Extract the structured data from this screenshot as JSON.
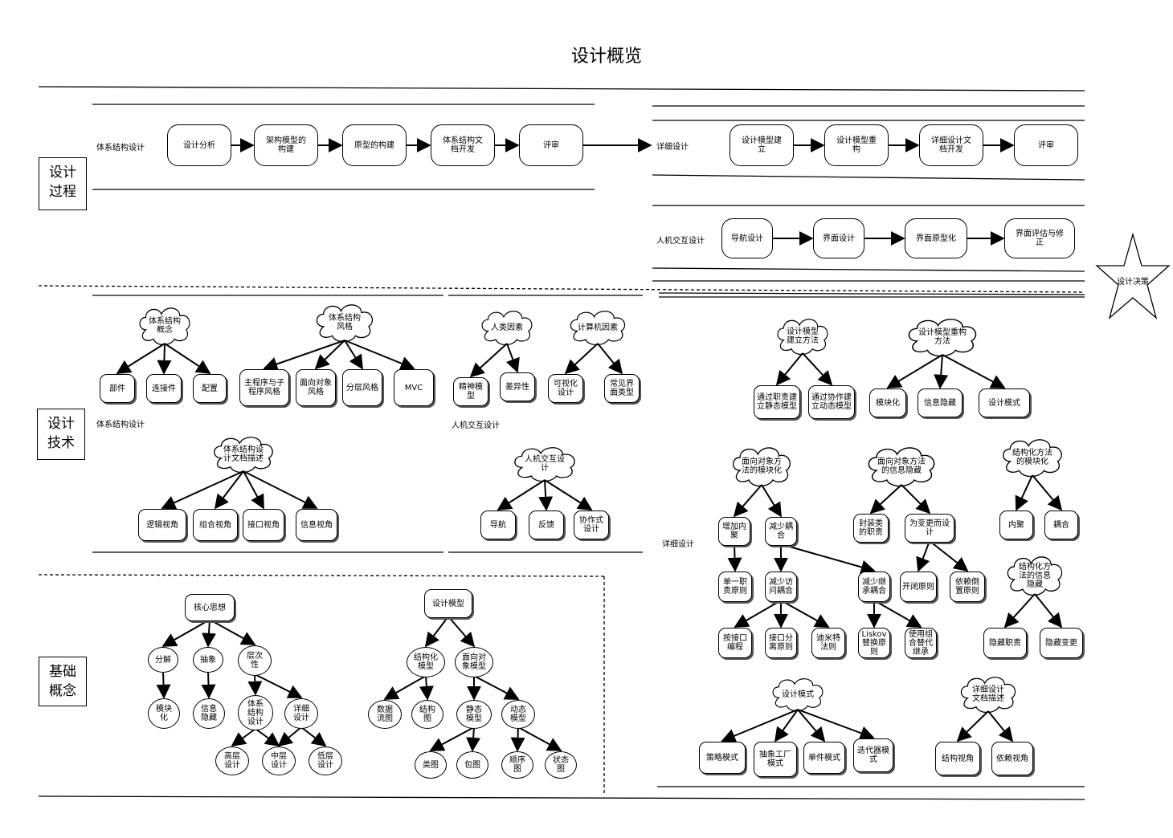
{
  "title": "设计概览",
  "sections": {
    "process": "设计\n过程",
    "technique": "设计\n技术",
    "basics": "基础\n概念"
  },
  "side_labels": {
    "arch_design": "体系结构设计",
    "detailed_design": "详细设计",
    "hci_design": "人机交互设计",
    "tech_arch": "体系结构设计",
    "tech_hci": "人机交互设计",
    "tech_detail": "详细设计"
  },
  "star": "设计决策",
  "nodes": {
    "p_analysis": "设计分析",
    "p_arch_model": "架构模型的\n构建",
    "p_prototype": "原型的构建",
    "p_arch_doc": "体系结构文\n档开发",
    "p_review1": "评审",
    "p_dm_build": "设计模型建\n立",
    "p_dm_refactor": "设计模型重\n构",
    "p_detail_doc": "详细设计文\n档开发",
    "p_review2": "评审",
    "p_nav": "导航设计",
    "p_ui": "界面设计",
    "p_ui_proto": "界面原型化",
    "p_ui_eval": "界面评估与修\n正",
    "t_arch_concept": "体系结构\n概念",
    "t_part": "部件",
    "t_connector": "连接件",
    "t_config": "配置",
    "t_arch_style": "体系结构\n风格",
    "t_main_sub": "主程序与子\n程序风格",
    "t_oo_style": "面向对象\n风格",
    "t_layer_style": "分层风格",
    "t_mvc": "MVC",
    "t_human": "人类因素",
    "t_mental": "精神模\n型",
    "t_diff": "差异性",
    "t_computer": "计算机因素",
    "t_visual": "可视化\n设计",
    "t_common_ui": "常见界\n面类型",
    "t_arch_doc": "体系结构设\n计文档描述",
    "t_logic_view": "逻辑视角",
    "t_comp_view": "组合视角",
    "t_iface_view": "接口视角",
    "t_info_view": "信息视角",
    "t_hci": "人机交互设\n计",
    "t_navi": "导航",
    "t_feedback": "反馈",
    "t_coop": "协作式\n设计",
    "t_dm_method": "设计模型\n建立方法",
    "t_static": "通过职责建\n立静态模型",
    "t_dynamic": "通过协作建\n立动态模型",
    "t_refactor_method": "设计模型重构\n方法",
    "t_modular": "模块化",
    "t_info_hide": "信息隐藏",
    "t_dp": "设计模式",
    "t_oo_mod": "面向对象方\n法的模块化",
    "t_cohesion_up": "增加内\n聚",
    "t_coupling_down": "减少耦\n合",
    "t_srp": "单一职\n责原则",
    "t_access_coupling": "减少访\n问耦合",
    "t_inherit_coupling": "减少继\n承耦合",
    "t_program_iface": "按接口\n编程",
    "t_isp": "接口分\n离原则",
    "t_demeter": "迪米特\n法则",
    "t_liskov": "Liskov\n替换原\n则",
    "t_composition": "使用组\n合替代\n继承",
    "t_oo_hide": "面向对象方法\n的信息隐藏",
    "t_encap": "封装类\n的职责",
    "t_for_change": "为变更而设计",
    "t_ocp": "开闭原则",
    "t_dip": "依赖倒\n置原则",
    "t_struct_mod": "结构化方法\n的模块化",
    "t_cohesion": "内聚",
    "t_coupling": "耦合",
    "t_struct_hide": "结构化方\n法的信息\n隐藏",
    "t_hide_resp": "隐藏职责",
    "t_hide_change": "隐藏变更",
    "t_design_pattern": "设计模式",
    "t_strategy": "策略模式",
    "t_abs_factory": "抽象工厂\n模式",
    "t_singleton": "单件模式",
    "t_iterator": "迭代器模\n式",
    "t_detail_doc": "详细设计\n文档描述",
    "t_struct_view": "结构视角",
    "t_dep_view": "依赖视角",
    "b_core": "核心思想",
    "b_decompose": "分解",
    "b_abstract": "抽象",
    "b_layer": "层次\n性",
    "b_modularize": "模块\n化",
    "b_info_hide": "信息\n隐藏",
    "b_arch_design": "体系\n结构\n设计",
    "b_detail": "详细\n设计",
    "b_high": "高层\n设计",
    "b_mid": "中层\n设计",
    "b_low": "低层\n设计",
    "b_design_model": "设计模型",
    "b_struct_model": "结构化\n模型",
    "b_oo_model": "面向对\n象模型",
    "b_dfd": "数据\n流图",
    "b_struct_chart": "结构\n图",
    "b_static_model": "静态\n模型",
    "b_dynamic_model": "动态\n模型",
    "b_class_diag": "类图",
    "b_package_diag": "包图",
    "b_seq_diag": "顺序\n图",
    "b_state_diag": "状态\n图"
  }
}
